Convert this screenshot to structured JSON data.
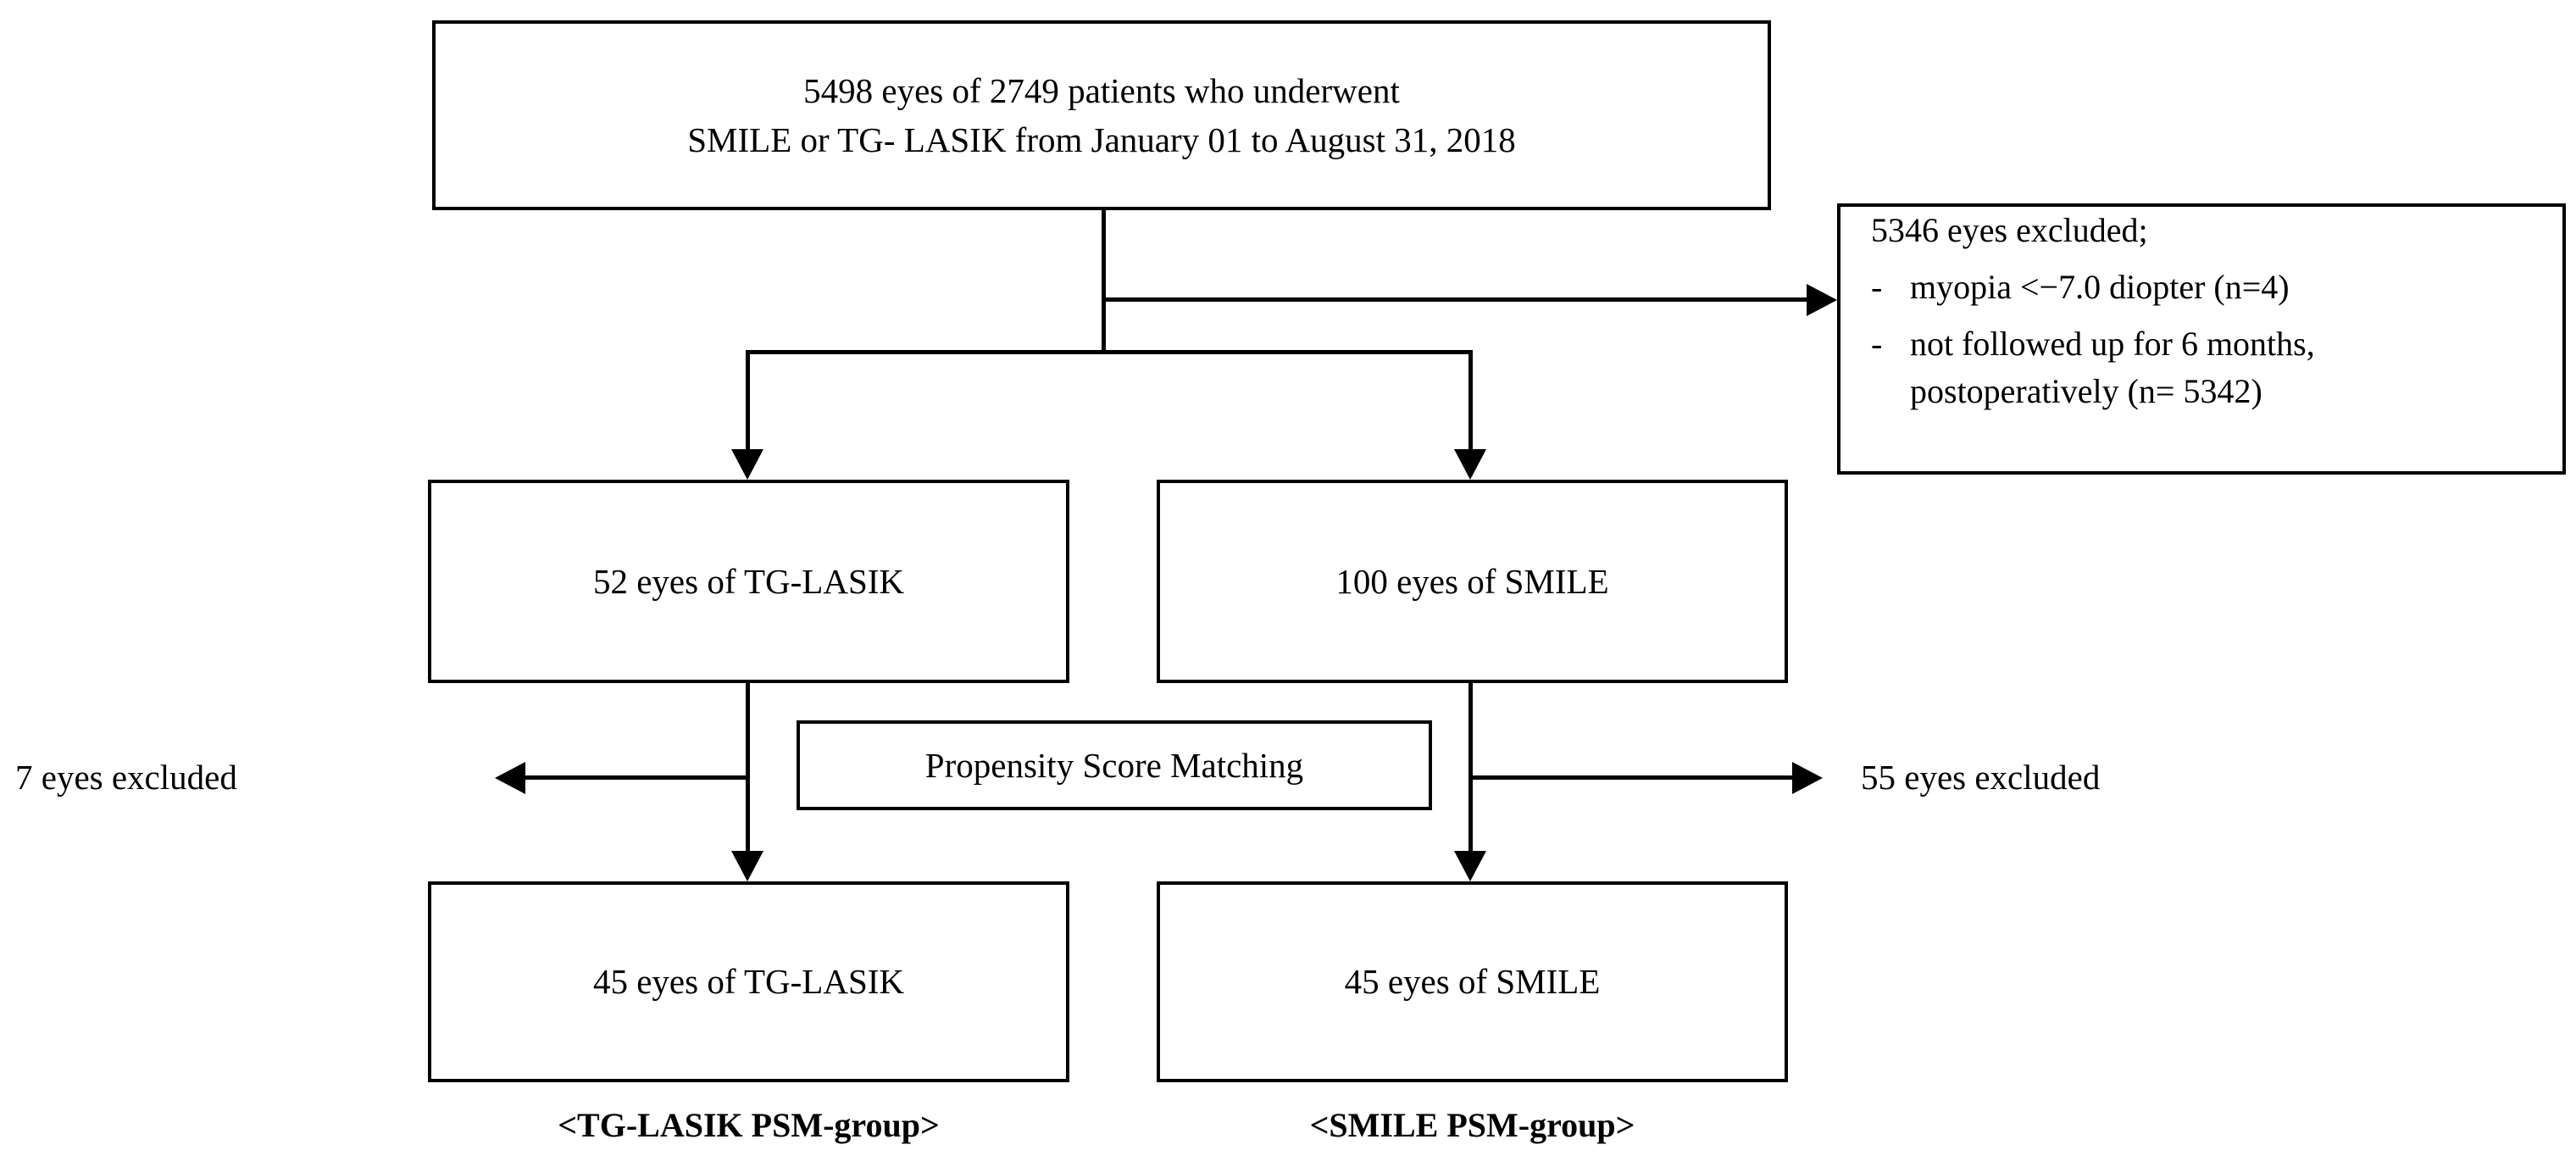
{
  "diagram": {
    "title": "Study enrollment flow diagram",
    "colors": {
      "background": "#ffffff",
      "stroke": "#000000",
      "text": "#000000"
    },
    "nodes": {
      "top": {
        "line1": "5498 eyes of 2749 patients who underwent",
        "line2": "SMILE or TG- LASIK from January 01 to August 31, 2018"
      },
      "excluded": {
        "heading": "5346 eyes excluded;",
        "dash": "-",
        "item1": "myopia <−7.0 diopter (n=4)",
        "item2a": "not followed up for 6 months,",
        "item2b": "postoperatively (n= 5342)"
      },
      "lasik_pre": "52 eyes of TG-LASIK",
      "smile_pre": "100 eyes of SMILE",
      "psm": "Propensity Score Matching",
      "lasik_post": "45 eyes of TG-LASIK",
      "smile_post": "45 eyes of SMILE"
    },
    "labels": {
      "left_excluded": "7 eyes excluded",
      "right_excluded": "55 eyes excluded",
      "group_lasik": "<TG-LASIK PSM-group>",
      "group_smile": "<SMILE PSM-group>"
    }
  }
}
